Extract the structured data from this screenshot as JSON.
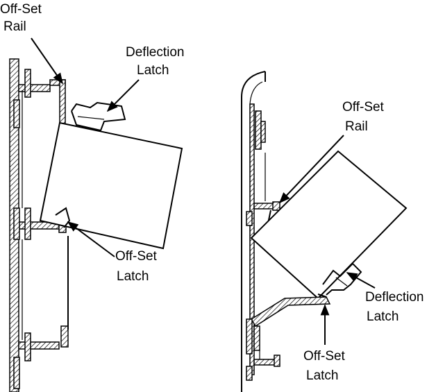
{
  "left_figure": {
    "label_offset_rail": [
      "Off-Set",
      "Rail"
    ],
    "label_deflection_latch": [
      "Deflection",
      "Latch"
    ],
    "label_offset_latch": [
      "Off-Set",
      "Latch"
    ]
  },
  "right_figure": {
    "label_offset_rail": [
      "Off-Set",
      "Rail"
    ],
    "label_deflection_latch": [
      "Deflection",
      "Latch"
    ],
    "label_offset_latch": [
      "Off-Set",
      "Latch"
    ]
  }
}
